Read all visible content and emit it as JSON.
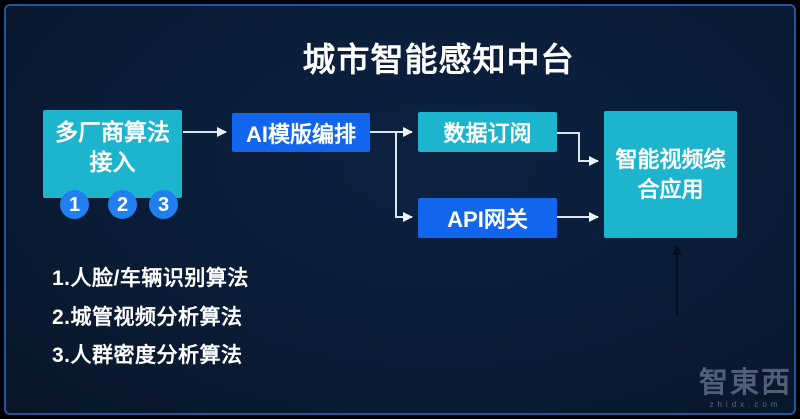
{
  "title": "城市智能感知中台",
  "colors": {
    "background": "#0a1c36",
    "frame_border": "#2254a4",
    "teal_box": "#1cb5cd",
    "blue_box": "#1266ee",
    "badge_blue": "#2080f0",
    "arrow": "#dde6ef",
    "text": "#ffffff"
  },
  "nodes": {
    "vendor": {
      "label": "多厂商算法接入"
    },
    "ai": {
      "label": "AI模版编排"
    },
    "subscribe": {
      "label": "数据订阅"
    },
    "gateway": {
      "label": "API网关"
    },
    "app": {
      "label": "智能视频综合应用"
    }
  },
  "badges": [
    "1",
    "2",
    "3"
  ],
  "notes": [
    "1.人脸/车辆识别算法",
    "2.城管视频分析算法",
    "3.人群密度分析算法"
  ],
  "watermark": {
    "logo": "智東西",
    "domain": "zhidx.com"
  }
}
